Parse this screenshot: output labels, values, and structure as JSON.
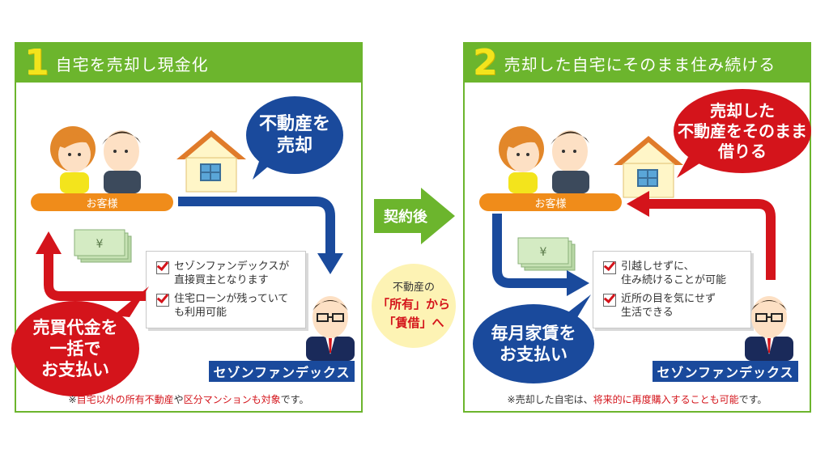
{
  "panel1": {
    "number": "1",
    "title": "自宅を売却し現金化",
    "customer_label": "お客様",
    "bubble_sell_line1": "不動産を",
    "bubble_sell_line2": "売却",
    "bubble_pay_line1": "売買代金を",
    "bubble_pay_line2": "一括で",
    "bubble_pay_line3": "お支払い",
    "checks": [
      "セゾンファンデックスが\n直接買主となります",
      "住宅ローンが残っていて\nも利用可能"
    ],
    "brand": "セゾンファンデックス",
    "footnote_prefix": "※",
    "footnote_red1": "自宅以外の所有不動産",
    "footnote_mid": "や",
    "footnote_red2": "区分マンションも対象",
    "footnote_suffix": "です。"
  },
  "middle": {
    "arrow_label": "契約後",
    "note_line1": "不動産の",
    "note_line2": "「所有」から",
    "note_line3": "「賃借」へ"
  },
  "panel2": {
    "number": "2",
    "title": "売却した自宅にそのまま住み続ける",
    "customer_label": "お客様",
    "bubble_rent_line1": "売却した",
    "bubble_rent_line2": "不動産をそのまま",
    "bubble_rent_line3": "借りる",
    "bubble_pay_line1": "毎月家賃を",
    "bubble_pay_line2": "お支払い",
    "checks": [
      "引越しせずに、\n住み続けることが可能",
      "近所の目を気にせず\n生活できる"
    ],
    "brand": "セゾンファンデックス",
    "footnote_prefix": "※売却した自宅は、",
    "footnote_red": "将来的に再度購入することも可能",
    "footnote_suffix": "です。"
  },
  "colors": {
    "green": "#6cb52d",
    "orange": "#f08c1a",
    "red": "#d4141b",
    "blue": "#1a4a9c",
    "yellow": "#fdf3b4"
  }
}
